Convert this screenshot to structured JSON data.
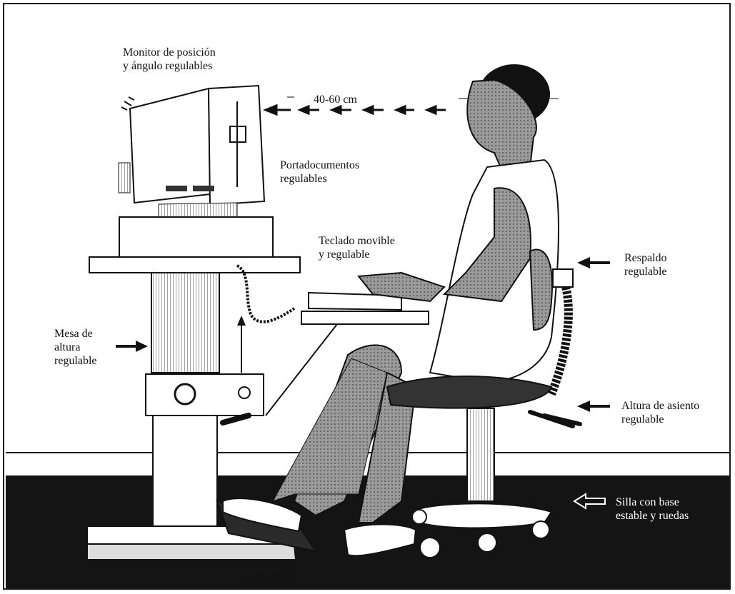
{
  "labels": {
    "monitor_l1": "Monitor de posición",
    "monitor_l2": "y ángulo regulables",
    "distance": "40-60 cm",
    "docholder_l1": "Portadocumentos",
    "docholder_l2": "regulables",
    "keyboard_l1": "Teclado movible",
    "keyboard_l2": "y regulable",
    "backrest_l1": "Respaldo",
    "backrest_l2": "regulable",
    "table_l1": "Mesa de",
    "table_l2": "altura",
    "table_l3": "regulable",
    "seat_l1": "Altura de asiento",
    "seat_l2": "regulable",
    "chair_l1": "Silla con base",
    "chair_l2": "estable y ruedas",
    "footrest": "Reposapiés"
  },
  "colors": {
    "ink": "#111111",
    "floor": "#141414",
    "shade": "#8a8a8a",
    "skin": "#6e6e6e",
    "paper": "#ffffff"
  },
  "icons": [
    "arrow-left-icon",
    "arrow-right-icon",
    "arrow-up-icon",
    "outline-arrow-left-icon"
  ]
}
